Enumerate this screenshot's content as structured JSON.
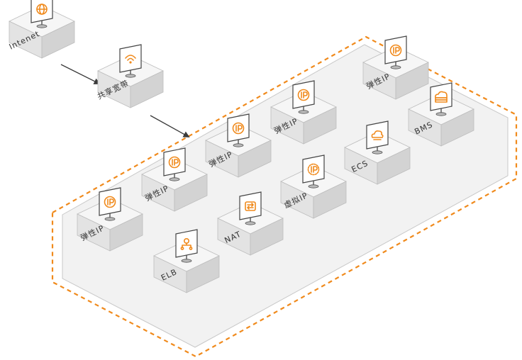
{
  "colors": {
    "accent": "#f08a1c",
    "zone_fill": "#f2f2f2",
    "box_top": "#f6f6f6",
    "box_left": "#e3e3e3",
    "box_right": "#d3d3d3",
    "edge": "#3b3b3b"
  },
  "nodes": [
    {
      "id": "internet",
      "label": "Intenet",
      "icon": "globe-icon"
    },
    {
      "id": "shared_bandwidth",
      "label": "共享宽带",
      "icon": "wifi-router-icon"
    },
    {
      "id": "eip_1",
      "label": "弹性IP",
      "icon": "ip-icon"
    },
    {
      "id": "eip_2",
      "label": "弹性IP",
      "icon": "ip-icon"
    },
    {
      "id": "eip_3",
      "label": "弹性IP",
      "icon": "ip-icon"
    },
    {
      "id": "eip_4",
      "label": "弹性IP",
      "icon": "ip-icon"
    },
    {
      "id": "eip_5",
      "label": "弹性IP",
      "icon": "ip-icon"
    },
    {
      "id": "elb",
      "label": "ELB",
      "icon": "load-balancer-icon"
    },
    {
      "id": "nat",
      "label": "NAT",
      "icon": "nat-gateway-icon"
    },
    {
      "id": "vip",
      "label": "虚拟IP",
      "icon": "virtual-ip-icon"
    },
    {
      "id": "ecs",
      "label": "ECS",
      "icon": "cloud-server-icon"
    },
    {
      "id": "bms",
      "label": "BMS",
      "icon": "bare-metal-server-icon"
    }
  ],
  "edges": [
    {
      "from": "internet",
      "to": "shared_bandwidth"
    },
    {
      "from": "shared_bandwidth",
      "to": "zone"
    }
  ]
}
